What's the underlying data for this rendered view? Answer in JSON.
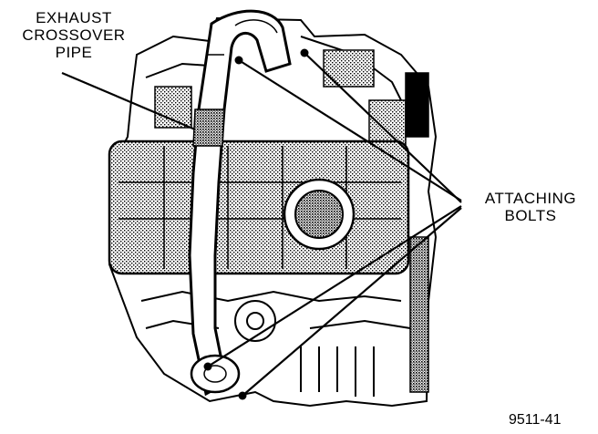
{
  "callouts": {
    "exhaust_crossover_pipe": [
      "EXHAUST",
      "CROSSOVER",
      "PIPE"
    ],
    "attaching_bolts": [
      "ATTACHING",
      "BOLTS"
    ]
  },
  "figure_id": "9511-41"
}
